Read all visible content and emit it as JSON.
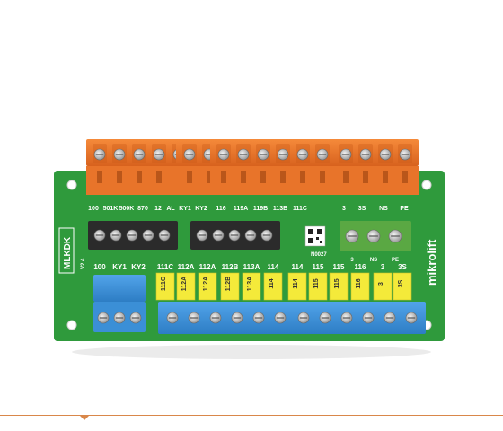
{
  "board": {
    "brand": "mikrolift",
    "model": "MLKDK",
    "version": "V2.4",
    "qr_serial": "N0027"
  },
  "top_labels": [
    "100",
    "501K",
    "500K",
    "870",
    "12",
    "AL",
    "KY1",
    "KY2",
    "116",
    "119A",
    "119B",
    "113B",
    "111C",
    "3",
    "3S",
    "NS",
    "PE"
  ],
  "terminal_labels": [
    "3",
    "NS",
    "PE"
  ],
  "bottom_left_labels": [
    "100",
    "KY1",
    "KY2"
  ],
  "bottom_labels": [
    "111C",
    "112A",
    "112A",
    "112B",
    "113A",
    "114",
    "114",
    "115",
    "115",
    "116",
    "3",
    "3S"
  ],
  "yellow_labels": [
    "111C",
    "112A",
    "112A",
    "112B",
    "113A",
    "114",
    "114",
    "115",
    "115",
    "116",
    "3",
    "3S"
  ],
  "colors": {
    "pcb": "#2f9a3c",
    "orange": "#e8742a",
    "blue": "#3b8fd6",
    "yellow": "#f4ea3a",
    "black_block": "#2b2b2b",
    "green_block": "#5aa843",
    "silk": "#ffffff"
  }
}
